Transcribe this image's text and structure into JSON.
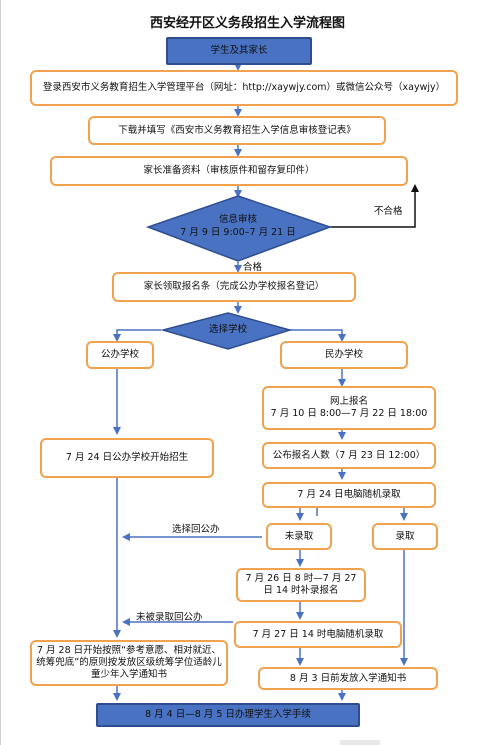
{
  "title": "西安经开区义务段招生入学流程图",
  "nodes": {
    "student": "学生及其家长",
    "login": "登录西安市义务教育招生入学管理平台（网址：http://xaywjy.com）或微信公众号（xaywjy）",
    "download": "下载并填写《西安市义务教育招生入学信息审核登记表》",
    "prepare": "家长准备资料（审核原件和留存复印件）",
    "review_title": "信息审核",
    "review_date": "7 月 9 日 9:00–7 月 21 日",
    "fail_label": "不合格",
    "pass_label": "合格",
    "receive_slip": "家长领取报名条（完成公办学校报名登记）",
    "choose_school": "选择学校",
    "public": "公办学校",
    "private": "民办学校",
    "public_start": "7 月 24 日公办学校开始招生",
    "online_title": "网上报名",
    "online_date": "7 月 10 日 8:00—7 月 22 日 18:00",
    "publish_count": "公布报名人数（7 月 23 日 12:00）",
    "lottery_0724": "7 月 24 日电脑随机录取",
    "choose_back_public": "选择回公办",
    "not_admitted": "未录取",
    "admitted": "录取",
    "supplement": "7 月 26 日 8 时—7 月 27 日 14 时补录报名",
    "not_admitted_back": "未被录取回公办",
    "lottery_0727": "7 月 27 日 14 时电脑随机录取",
    "aug28": "7 月 28 日开始按照“参考意愿、相对就近、统筹兜底”的原则按发放区级统筹学位适龄儿童少年入学通知书",
    "notice": "8 月 3 日前发放入学通知书",
    "enroll": "8 月 4 日—8 月 5 日办理学生入学手续"
  },
  "colors": {
    "accent_blue": "#4a72c2",
    "box_border_orange": "#f0a24e",
    "arrow_blue": "#4a72c2"
  }
}
